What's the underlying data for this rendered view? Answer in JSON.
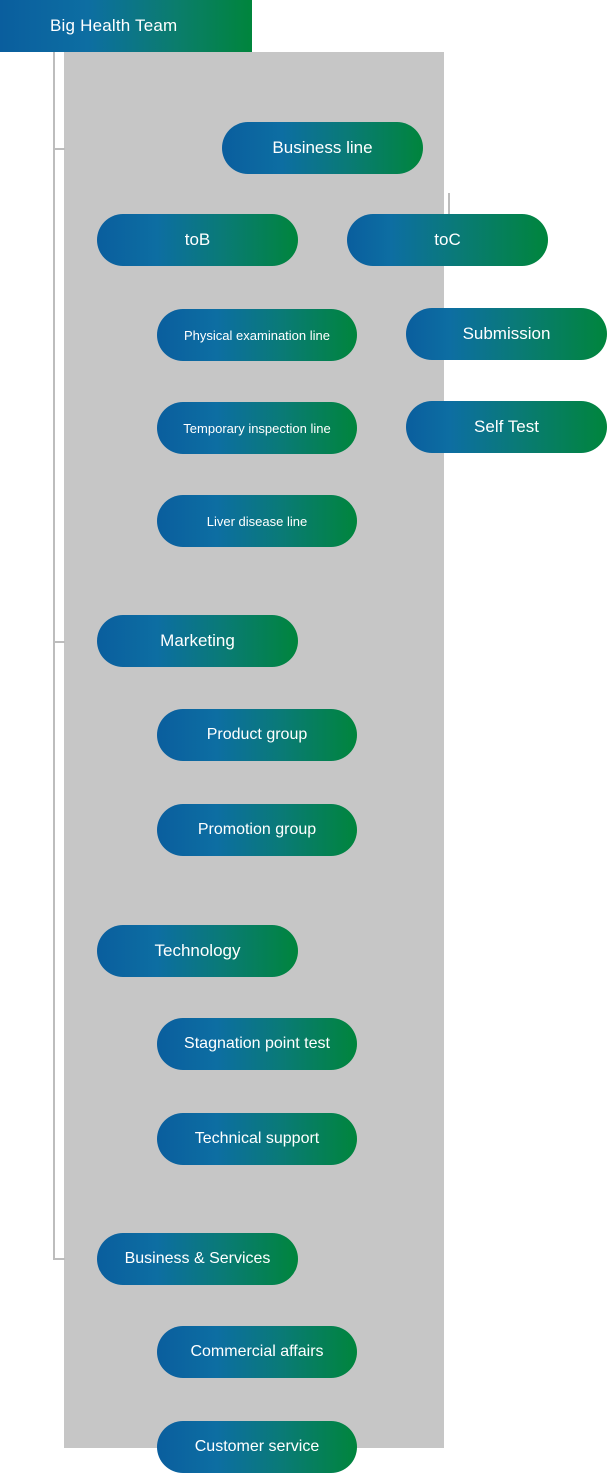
{
  "header": {
    "title": "Big Health Team"
  },
  "colors": {
    "gradient_start": "#0a5e9e",
    "gradient_end": "#00853c",
    "panel_bg": "#c6c6c6",
    "page_bg": "#ffffff",
    "text": "#ffffff",
    "connector": "#bdbdbd"
  },
  "chart_data": {
    "type": "diagram",
    "title": "Big Health Team",
    "root": "Big Health Team",
    "nodes": [
      {
        "label": "Business line",
        "level": 1
      },
      {
        "label": "toB",
        "level": 2
      },
      {
        "label": "toC",
        "level": 2
      },
      {
        "label": "Physical examination line",
        "level": 3,
        "parent": "toB"
      },
      {
        "label": "Temporary inspection line",
        "level": 3,
        "parent": "toB"
      },
      {
        "label": "Liver disease line",
        "level": 3,
        "parent": "toB"
      },
      {
        "label": "Submission",
        "level": 3,
        "parent": "toC"
      },
      {
        "label": "Self Test",
        "level": 3,
        "parent": "toC"
      },
      {
        "label": "Marketing",
        "level": 1
      },
      {
        "label": "Product group",
        "level": 2,
        "parent": "Marketing"
      },
      {
        "label": "Promotion group",
        "level": 2,
        "parent": "Marketing"
      },
      {
        "label": "Technology",
        "level": 1
      },
      {
        "label": "Stagnation point test",
        "level": 2,
        "parent": "Technology"
      },
      {
        "label": "Technical support",
        "level": 2,
        "parent": "Technology"
      },
      {
        "label": "Business & Services",
        "level": 1
      },
      {
        "label": "Commercial affairs",
        "level": 2,
        "parent": "Business & Services"
      },
      {
        "label": "Customer service",
        "level": 2,
        "parent": "Business & Services"
      }
    ]
  },
  "diagram": {
    "business_line": "Business line",
    "tob": "toB",
    "toc": "toC",
    "physical_examination_line": "Physical examination line",
    "temporary_inspection_line": "Temporary inspection line",
    "liver_disease_line": "Liver disease line",
    "submission": "Submission",
    "self_test": "Self Test",
    "marketing": "Marketing",
    "product_group": "Product group",
    "promotion_group": "Promotion group",
    "technology": "Technology",
    "stagnation_point_test": "Stagnation point test",
    "technical_support": "Technical support",
    "business_and_services": "Business & Services",
    "commercial_affairs": "Commercial affairs",
    "customer_service": "Customer service"
  }
}
